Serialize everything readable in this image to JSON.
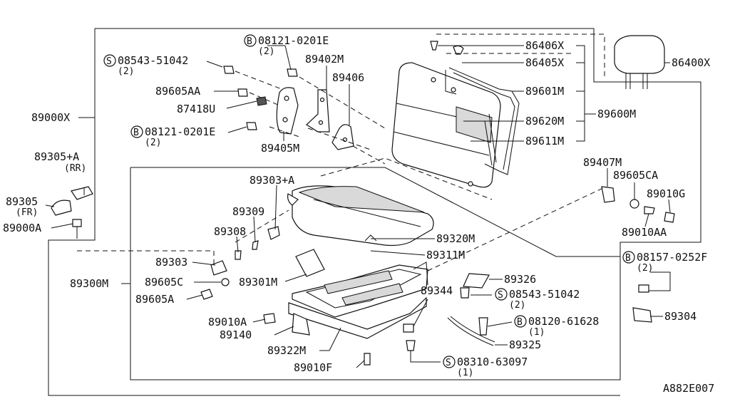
{
  "diagram": {
    "code": "A882E007",
    "labels": [
      {
        "id": "p86406x",
        "text": "86406X"
      },
      {
        "id": "p86405x",
        "text": "86405X"
      },
      {
        "id": "p86400x",
        "text": "86400X"
      },
      {
        "id": "p89601m",
        "text": "89601M"
      },
      {
        "id": "p89620m",
        "text": "89620M"
      },
      {
        "id": "p89600m",
        "text": "89600M"
      },
      {
        "id": "p89611m",
        "text": "89611M"
      },
      {
        "id": "p89402m",
        "text": "89402M"
      },
      {
        "id": "p89406",
        "text": "89406"
      },
      {
        "id": "p89605aa",
        "text": "89605AA"
      },
      {
        "id": "p87418u",
        "text": "87418U"
      },
      {
        "id": "p89405m",
        "text": "89405M"
      },
      {
        "id": "p89000x",
        "text": "89000X"
      },
      {
        "id": "p89305a",
        "text": "89305+A"
      },
      {
        "id": "p89305a_sub",
        "text": "(RR)"
      },
      {
        "id": "p89305",
        "text": "89305"
      },
      {
        "id": "p89305_sub",
        "text": "(FR)"
      },
      {
        "id": "p89000a",
        "text": "89000A"
      },
      {
        "id": "p89303a",
        "text": "89303+A"
      },
      {
        "id": "p89309",
        "text": "89309"
      },
      {
        "id": "p89308",
        "text": "89308"
      },
      {
        "id": "p89303",
        "text": "89303"
      },
      {
        "id": "p89605c",
        "text": "89605C"
      },
      {
        "id": "p89301m",
        "text": "89301M"
      },
      {
        "id": "p89300m",
        "text": "89300M"
      },
      {
        "id": "p89605a",
        "text": "89605A"
      },
      {
        "id": "p89010a",
        "text": "89010A"
      },
      {
        "id": "p89140",
        "text": "89140"
      },
      {
        "id": "p89322m",
        "text": "89322M"
      },
      {
        "id": "p89010f",
        "text": "89010F"
      },
      {
        "id": "p89320m",
        "text": "89320M"
      },
      {
        "id": "p89311m",
        "text": "89311M"
      },
      {
        "id": "p89326",
        "text": "89326"
      },
      {
        "id": "p89344",
        "text": "89344"
      },
      {
        "id": "p89325",
        "text": "89325"
      },
      {
        "id": "p89407m",
        "text": "89407M"
      },
      {
        "id": "p89605ca",
        "text": "89605CA"
      },
      {
        "id": "p89010g",
        "text": "89010G"
      },
      {
        "id": "p89010aa",
        "text": "89010AA"
      },
      {
        "id": "p89304",
        "text": "89304"
      }
    ],
    "fasteners": [
      {
        "id": "f1",
        "symbol": "B",
        "number": "08121-0201E",
        "qty": "(2)"
      },
      {
        "id": "f2",
        "symbol": "S",
        "number": "08543-51042",
        "qty": "(2)"
      },
      {
        "id": "f3",
        "symbol": "B",
        "number": "08121-0201E",
        "qty": "(2)"
      },
      {
        "id": "f4",
        "symbol": "B",
        "number": "08157-0252F",
        "qty": "(2)"
      },
      {
        "id": "f5",
        "symbol": "S",
        "number": "08543-51042",
        "qty": "(2)"
      },
      {
        "id": "f6",
        "symbol": "B",
        "number": "08120-61628",
        "qty": "(1)"
      },
      {
        "id": "f7",
        "symbol": "S",
        "number": "08310-63097",
        "qty": "(1)"
      }
    ]
  }
}
